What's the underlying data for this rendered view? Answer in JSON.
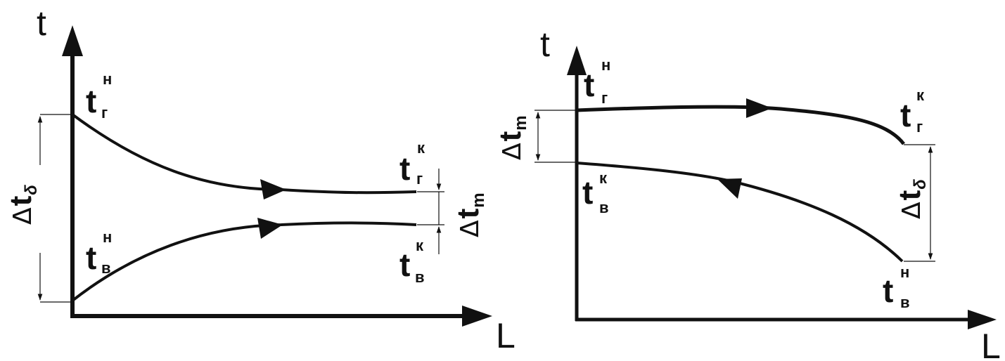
{
  "colors": {
    "ink": "#111111",
    "background": "#ffffff"
  },
  "symbols": {
    "t": "t",
    "L": "L",
    "delta": "Δ",
    "sub_g": "г",
    "sub_v": "в",
    "sup_n": "н",
    "sup_k": "к",
    "sub_m": "m",
    "sub_b": "δ"
  },
  "left_diagram": {
    "y_axis_label": "t",
    "x_axis_label": "L",
    "labels": {
      "hot_in": {
        "main": "t",
        "sub": "г",
        "sup": "н"
      },
      "hot_out": {
        "main": "t",
        "sub": "г",
        "sup": "к"
      },
      "cold_in": {
        "main": "t",
        "sub": "в",
        "sup": "н"
      },
      "cold_out": {
        "main": "t",
        "sub": "в",
        "sup": "к"
      },
      "delta_big": {
        "delta": "Δ",
        "main": "t",
        "sub": "δ"
      },
      "delta_small": {
        "delta": "Δ",
        "main": "t",
        "sub": "m"
      }
    }
  },
  "right_diagram": {
    "y_axis_label": "t",
    "x_axis_label": "L",
    "labels": {
      "hot_in": {
        "main": "t",
        "sub": "г",
        "sup": "н"
      },
      "hot_out": {
        "main": "t",
        "sub": "г",
        "sup": "к"
      },
      "cold_in": {
        "main": "t",
        "sub": "в",
        "sup": "н"
      },
      "cold_out": {
        "main": "t",
        "sub": "в",
        "sup": "к"
      },
      "delta_big": {
        "delta": "Δ",
        "main": "t",
        "sub": "δ"
      },
      "delta_small": {
        "delta": "Δ",
        "main": "t",
        "sub": "m"
      }
    }
  }
}
